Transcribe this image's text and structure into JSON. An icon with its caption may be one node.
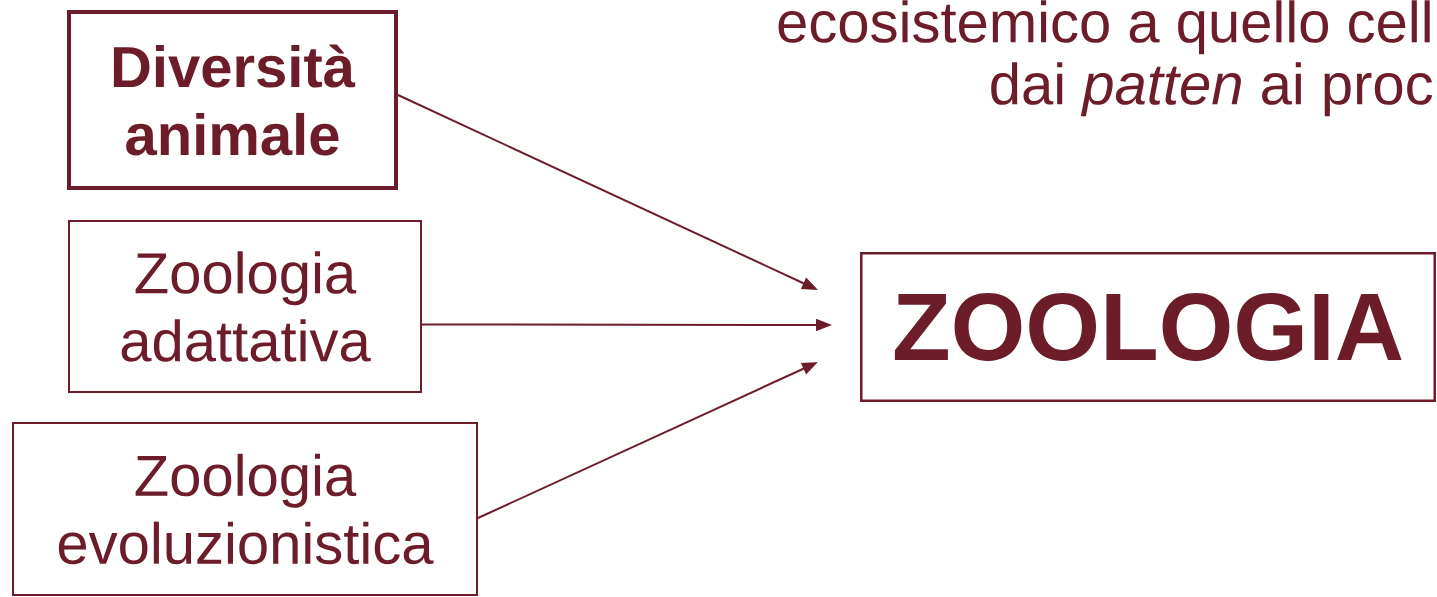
{
  "diagram": {
    "nodes": [
      {
        "text": [
          "Diversità animale"
        ]
      },
      {
        "text": [
          "Zoologia adattativa"
        ]
      },
      {
        "text": [
          "Zoologia evoluzionistica"
        ]
      },
      {
        "text": [
          "ZOOLOGIA"
        ]
      }
    ],
    "edges": [
      {
        "from": 0,
        "to": 3,
        "arrow": "to"
      },
      {
        "from": 1,
        "to": 3,
        "arrow": "to"
      },
      {
        "from": 2,
        "to": 3,
        "arrow": "to"
      }
    ],
    "labels": [
      "ecosistemico a quello cell",
      "dai *patten* ai proc"
    ]
  }
}
